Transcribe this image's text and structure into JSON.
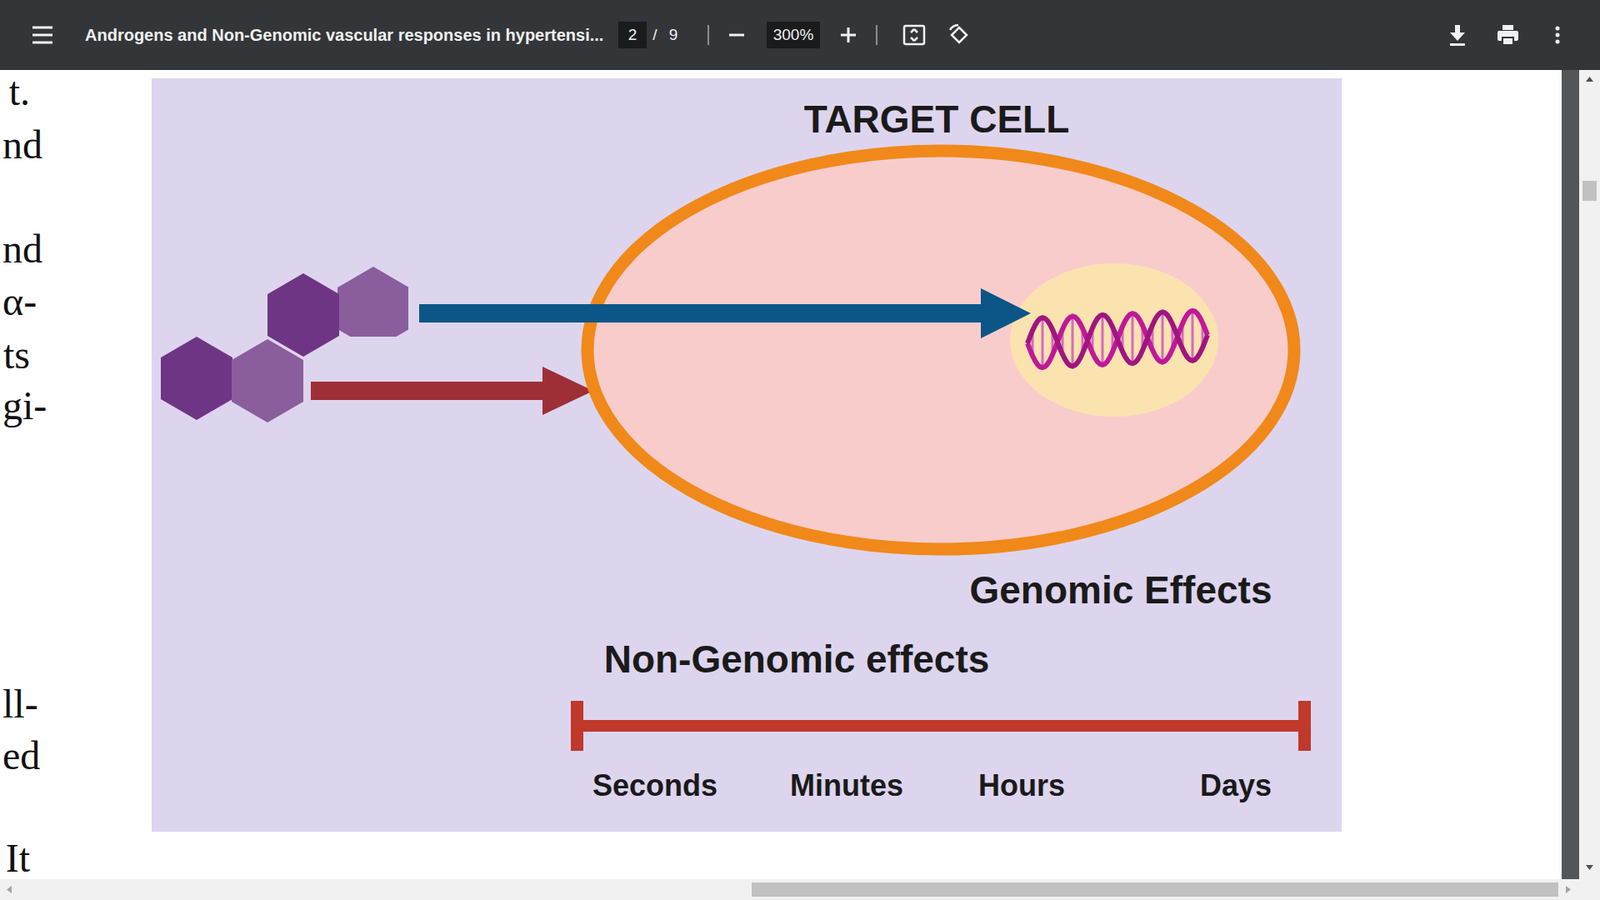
{
  "diagram": {
    "nodes": [
      {
        "text": [
          "TARGET CELL"
        ]
      }
    ],
    "labels": [
      "Androgens and Non-Genomic vascular responses in hypertensi...",
      "2",
      "/",
      "9",
      "300%",
      "t.",
      "nd",
      "nd",
      "α-",
      "ts",
      "gi-",
      "ll-",
      "ed",
      "It",
      "Genomic Effects",
      "Non-Genomic effects",
      "Seconds",
      "Minutes",
      "Hours",
      "Days"
    ]
  }
}
